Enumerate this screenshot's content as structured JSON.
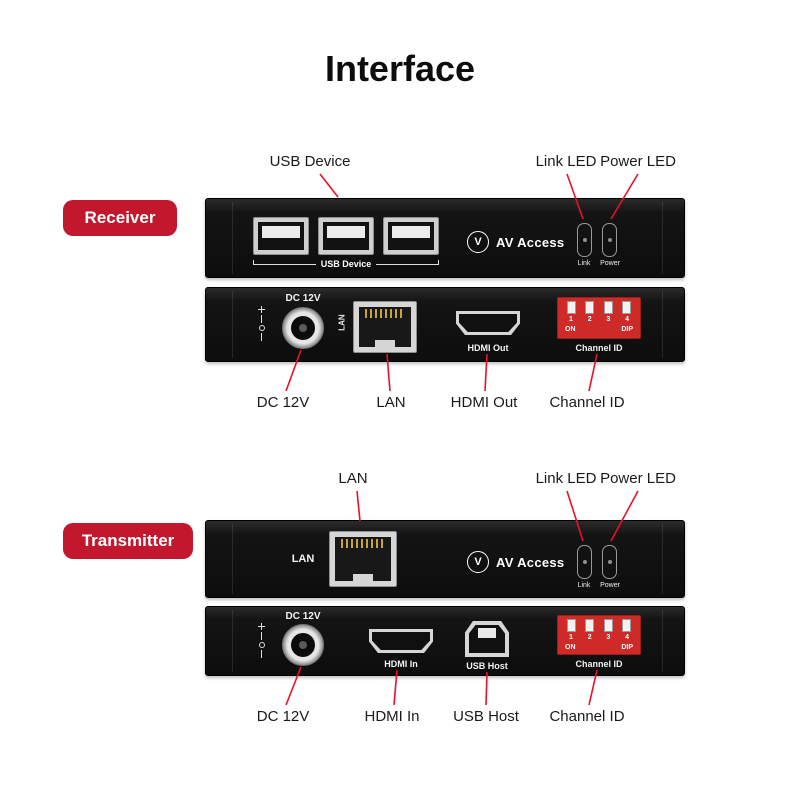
{
  "title": "Interface",
  "brand": {
    "name": "AV Access",
    "logo_letter": "V"
  },
  "colors": {
    "accent_red": "#E8112D",
    "badge_red": "#C3172D",
    "dip_red": "#CE2B28",
    "panel_black": "#121212"
  },
  "receiver": {
    "badge": "Receiver",
    "callouts_top": {
      "usb_device": "USB Device",
      "link_led": "Link LED",
      "power_led": "Power LED"
    },
    "front_panel": {
      "usb_group_label": "USB Device",
      "link_label": "Link",
      "power_label": "Power"
    },
    "rear_panel": {
      "dc_label": "DC 12V",
      "lan_label": "LAN",
      "hdmi_label": "HDMI Out",
      "channel_label": "Channel ID",
      "dip_numbers": [
        "1",
        "2",
        "3",
        "4"
      ],
      "dip_on": "ON",
      "dip_name": "DIP"
    },
    "callouts_bottom": {
      "dc": "DC 12V",
      "lan": "LAN",
      "hdmi": "HDMI Out",
      "channel": "Channel ID"
    }
  },
  "transmitter": {
    "badge": "Transmitter",
    "callouts_top": {
      "lan": "LAN",
      "link_led": "Link LED",
      "power_led": "Power LED"
    },
    "front_panel": {
      "lan_label": "LAN",
      "link_label": "Link",
      "power_label": "Power"
    },
    "rear_panel": {
      "dc_label": "DC 12V",
      "hdmi_label": "HDMI In",
      "usb_label": "USB Host",
      "channel_label": "Channel ID",
      "dip_numbers": [
        "1",
        "2",
        "3",
        "4"
      ],
      "dip_on": "ON",
      "dip_name": "DIP"
    },
    "callouts_bottom": {
      "dc": "DC 12V",
      "hdmi": "HDMI In",
      "usb": "USB Host",
      "channel": "Channel ID"
    }
  }
}
